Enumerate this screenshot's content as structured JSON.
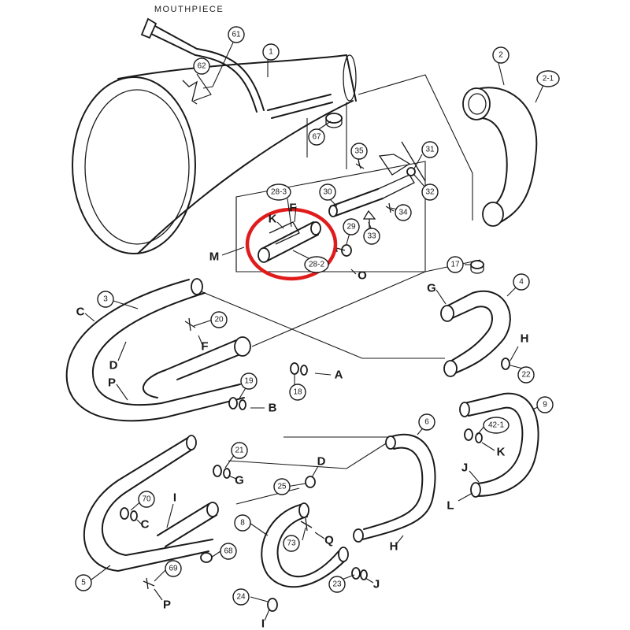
{
  "title": "MOUTHPIECE",
  "highlight_color": "#e01b1b",
  "line_color": "#1a1a1a",
  "parts": [
    {
      "id": "p-61",
      "label": "61"
    },
    {
      "id": "p-62",
      "label": "62"
    },
    {
      "id": "p-1",
      "label": "1"
    },
    {
      "id": "p-67",
      "label": "67"
    },
    {
      "id": "p-2",
      "label": "2"
    },
    {
      "id": "p-2-1",
      "label": "2-1"
    },
    {
      "id": "p-35",
      "label": "35"
    },
    {
      "id": "p-31",
      "label": "31"
    },
    {
      "id": "p-32",
      "label": "32"
    },
    {
      "id": "p-30",
      "label": "30"
    },
    {
      "id": "p-34",
      "label": "34"
    },
    {
      "id": "p-28-3",
      "label": "28-3"
    },
    {
      "id": "p-29",
      "label": "29"
    },
    {
      "id": "p-33",
      "label": "33"
    },
    {
      "id": "p-28-2",
      "label": "28-2"
    },
    {
      "id": "p-17",
      "label": "17"
    },
    {
      "id": "p-3",
      "label": "3"
    },
    {
      "id": "p-20",
      "label": "20"
    },
    {
      "id": "p-4",
      "label": "4"
    },
    {
      "id": "p-22",
      "label": "22"
    },
    {
      "id": "p-19",
      "label": "19"
    },
    {
      "id": "p-18",
      "label": "18"
    },
    {
      "id": "p-9",
      "label": "9"
    },
    {
      "id": "p-6",
      "label": "6"
    },
    {
      "id": "p-42-1",
      "label": "42-1"
    },
    {
      "id": "p-21",
      "label": "21"
    },
    {
      "id": "p-25",
      "label": "25"
    },
    {
      "id": "p-70",
      "label": "70"
    },
    {
      "id": "p-8",
      "label": "8"
    },
    {
      "id": "p-73",
      "label": "73"
    },
    {
      "id": "p-68",
      "label": "68"
    },
    {
      "id": "p-5",
      "label": "5"
    },
    {
      "id": "p-69",
      "label": "69"
    },
    {
      "id": "p-23",
      "label": "23"
    },
    {
      "id": "p-24",
      "label": "24"
    }
  ],
  "letters": [
    {
      "id": "l-M",
      "label": "M"
    },
    {
      "id": "l-K-top",
      "label": "K"
    },
    {
      "id": "l-F-top",
      "label": "F"
    },
    {
      "id": "l-O",
      "label": "O"
    },
    {
      "id": "l-C-left",
      "label": "C"
    },
    {
      "id": "l-D-left",
      "label": "D"
    },
    {
      "id": "l-P-left",
      "label": "P"
    },
    {
      "id": "l-F-mid",
      "label": "F"
    },
    {
      "id": "l-G-right",
      "label": "G"
    },
    {
      "id": "l-H-right",
      "label": "H"
    },
    {
      "id": "l-A",
      "label": "A"
    },
    {
      "id": "l-B",
      "label": "B"
    },
    {
      "id": "l-K-lower",
      "label": "K"
    },
    {
      "id": "l-J-right",
      "label": "J"
    },
    {
      "id": "l-L",
      "label": "L"
    },
    {
      "id": "l-D-mid",
      "label": "D"
    },
    {
      "id": "l-G-mid",
      "label": "G"
    },
    {
      "id": "l-I-left",
      "label": "I"
    },
    {
      "id": "l-C-lower",
      "label": "C"
    },
    {
      "id": "l-Q",
      "label": "Q"
    },
    {
      "id": "l-H-lower",
      "label": "H"
    },
    {
      "id": "l-P-lower",
      "label": "P"
    },
    {
      "id": "l-J-lower",
      "label": "J"
    },
    {
      "id": "l-I-bottom",
      "label": "I"
    }
  ]
}
